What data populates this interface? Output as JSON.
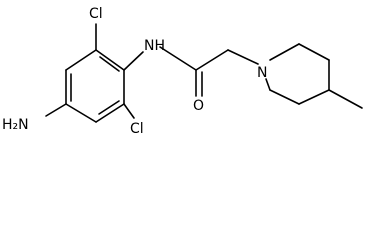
{
  "molecule": {
    "labels": {
      "h2n": "H₂N",
      "cl_top": "Cl",
      "cl_bottom": "Cl",
      "nh": "NH",
      "o": "O",
      "n_ring": "N"
    }
  }
}
